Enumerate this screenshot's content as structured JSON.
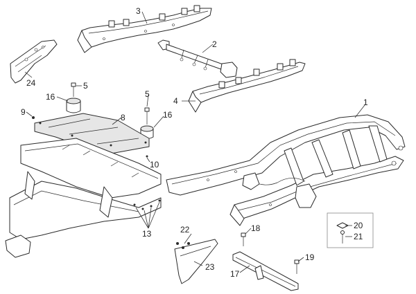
{
  "callouts": {
    "c1": "1",
    "c2": "2",
    "c3": "3",
    "c4": "4",
    "c5a": "5",
    "c5b": "5",
    "c8": "8",
    "c9": "9",
    "c10": "10",
    "c13": "13",
    "c16a": "16",
    "c16b": "16",
    "c17": "17",
    "c18": "18",
    "c19": "19",
    "c20": "20",
    "c21": "21",
    "c22": "22",
    "c23": "23",
    "c24": "24"
  }
}
